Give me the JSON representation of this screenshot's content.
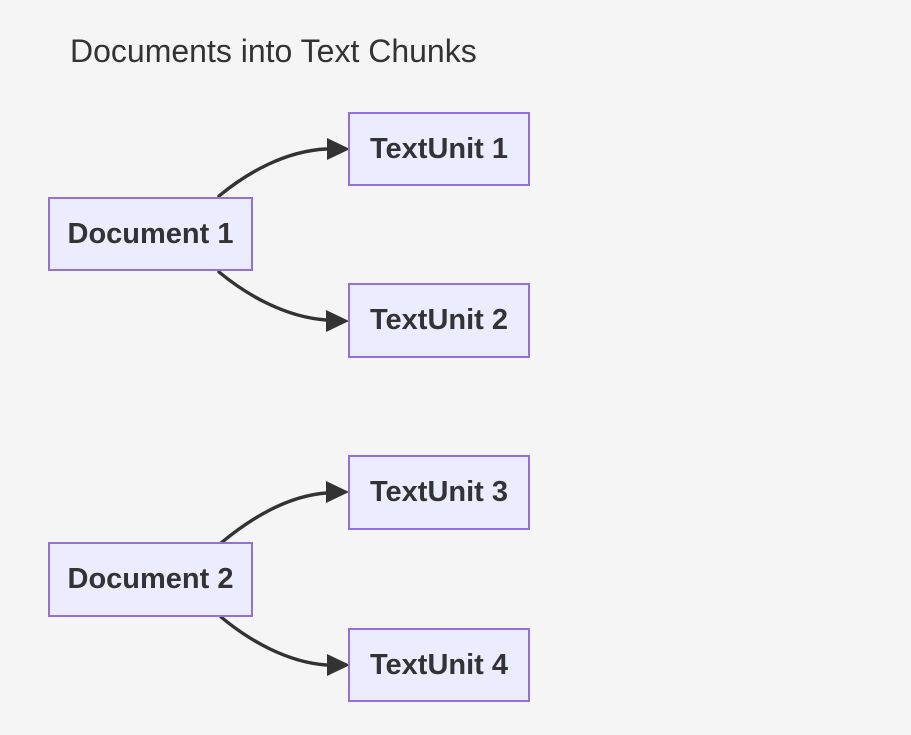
{
  "diagram": {
    "title": "Documents into Text Chunks",
    "type": "flowchart-lr",
    "colors": {
      "bg": "#f5f5f5",
      "node-fill": "#ECECFF",
      "node-border": "#9370DB",
      "text-color": "#333333",
      "edge-color": "#333333"
    },
    "nodes": [
      {
        "id": "doc1",
        "label": "Document 1"
      },
      {
        "id": "tu1",
        "label": "TextUnit 1"
      },
      {
        "id": "tu2",
        "label": "TextUnit 2"
      },
      {
        "id": "doc2",
        "label": "Document 2"
      },
      {
        "id": "tu3",
        "label": "TextUnit 3"
      },
      {
        "id": "tu4",
        "label": "TextUnit 4"
      }
    ],
    "edges": [
      {
        "from": "Document 1",
        "to": "TextUnit 1"
      },
      {
        "from": "Document 1",
        "to": "TextUnit 2"
      },
      {
        "from": "Document 2",
        "to": "TextUnit 3"
      },
      {
        "from": "Document 2",
        "to": "TextUnit 4"
      }
    ]
  }
}
